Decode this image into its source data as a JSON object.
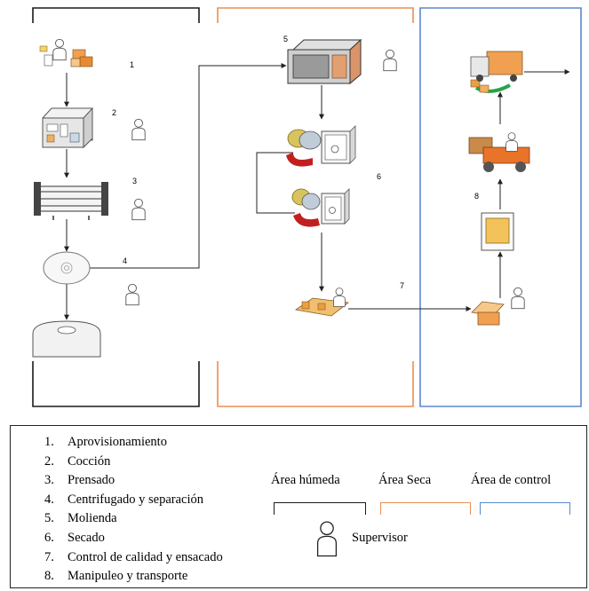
{
  "colors": {
    "wet": "#1a1a1a",
    "dry": "#ed8e50",
    "control": "#5b87cf"
  },
  "icons": [
    "worker-icon",
    "cooking-unit-icon",
    "press-icon",
    "centrifuge-icon",
    "silo-icon",
    "mill-icon",
    "dryer-icon",
    "inspection-bagging-icon",
    "packing-icon",
    "oven-box-icon",
    "forklift-icon",
    "truck-icon",
    "supervisor-icon"
  ],
  "steps": [
    {
      "n": "1",
      "label": "1.",
      "text": "Aprovisionamiento"
    },
    {
      "n": "2",
      "label": "2.",
      "text": "Cocción"
    },
    {
      "n": "3",
      "label": "3.",
      "text": "Prensado"
    },
    {
      "n": "4",
      "label": "4.",
      "text": "Centrifugado y separación"
    },
    {
      "n": "5",
      "label": "5.",
      "text": "Molienda"
    },
    {
      "n": "6",
      "label": "6.",
      "text": "Secado"
    },
    {
      "n": "7",
      "label": "7.",
      "text": "Control de calidad y ensacado"
    },
    {
      "n": "8",
      "label": "8.",
      "text": "Manipuleo y transporte"
    }
  ],
  "areas": {
    "wet": "Área húmeda",
    "dry": "Área Seca",
    "control": "Área de control"
  },
  "supervisor_label": "Supervisor"
}
